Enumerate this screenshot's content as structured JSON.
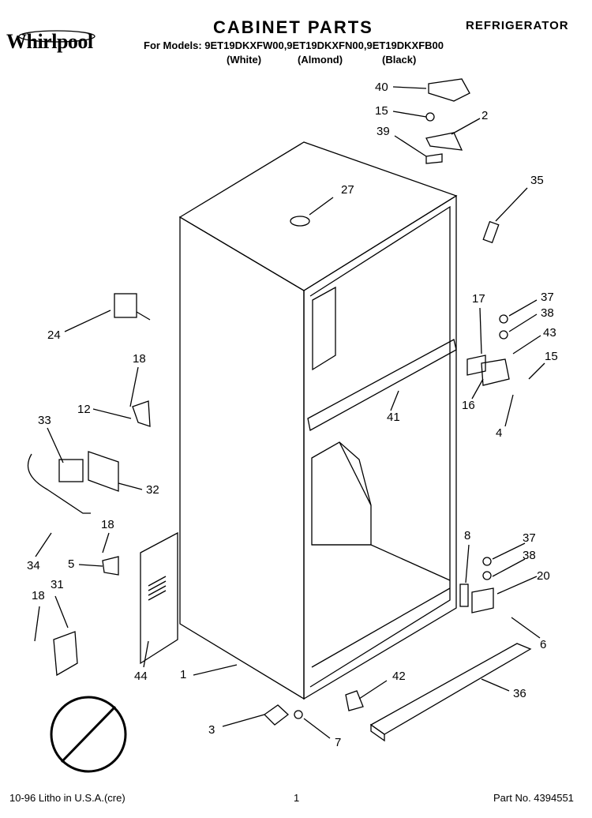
{
  "header": {
    "brand": "Whirlpool",
    "title": "CABINET PARTS",
    "category": "REFRIGERATOR",
    "models_line": "For Models: 9ET19DKXFW00,9ET19DKXFN00,9ET19DKXFB00",
    "variants": [
      "(White)",
      "(Almond)",
      "(Black)"
    ]
  },
  "callouts": [
    "40",
    "15",
    "2",
    "39",
    "27",
    "35",
    "24",
    "18",
    "12",
    "33",
    "32",
    "17",
    "37",
    "38",
    "43",
    "15",
    "16",
    "4",
    "41",
    "18",
    "5",
    "34",
    "18",
    "31",
    "8",
    "37",
    "38",
    "20",
    "6",
    "44",
    "1",
    "42",
    "36",
    "3",
    "7"
  ],
  "footer": {
    "left": "10-96 Litho in U.S.A.(cre)",
    "center": "1",
    "right": "Part No. 4394551"
  }
}
